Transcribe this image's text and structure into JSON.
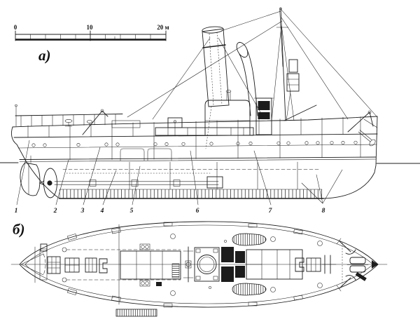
{
  "page": {
    "background": "#ffffff",
    "ink": "#1c1c1c"
  },
  "scale_bar": {
    "tick_labels": [
      "0",
      "10",
      "20 м"
    ]
  },
  "views": {
    "side_label": "а)",
    "plan_label": "б)"
  },
  "callouts": {
    "labels": [
      "1",
      "2",
      "3",
      "4",
      "5",
      "6",
      "7",
      "8"
    ]
  }
}
